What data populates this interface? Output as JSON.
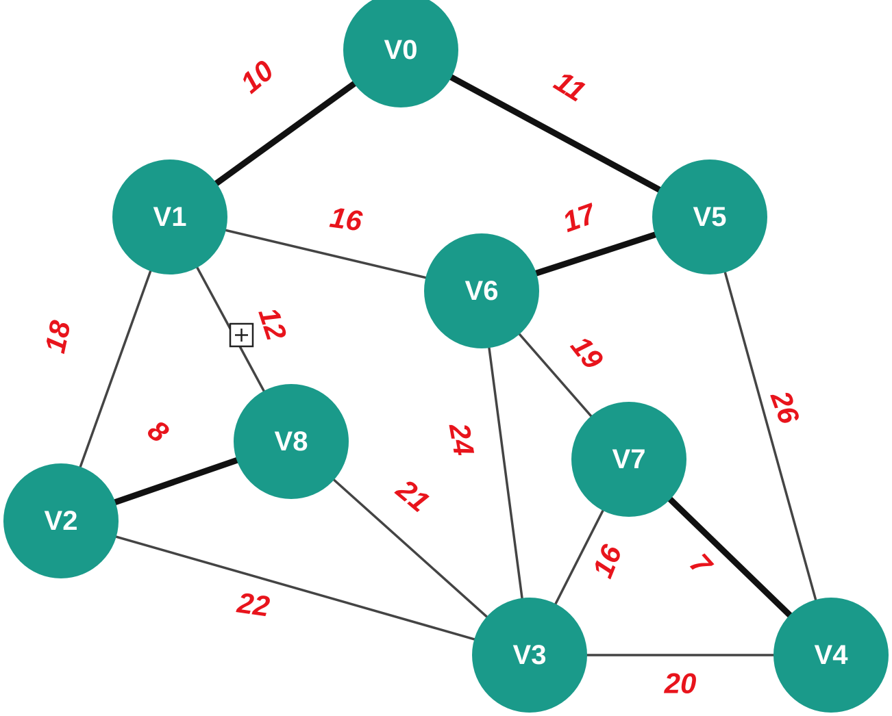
{
  "colors": {
    "node_fill": "#1a9a8a",
    "node_text": "#ffffff",
    "edge": "#444444",
    "edge_highlight": "#111111",
    "weight_text": "#e8141c"
  },
  "nodes": [
    {
      "id": "V0",
      "label": "V0"
    },
    {
      "id": "V1",
      "label": "V1"
    },
    {
      "id": "V2",
      "label": "V2"
    },
    {
      "id": "V3",
      "label": "V3"
    },
    {
      "id": "V4",
      "label": "V4"
    },
    {
      "id": "V5",
      "label": "V5"
    },
    {
      "id": "V6",
      "label": "V6"
    },
    {
      "id": "V7",
      "label": "V7"
    },
    {
      "id": "V8",
      "label": "V8"
    }
  ],
  "edges": [
    {
      "from": "V0",
      "to": "V1",
      "weight": "10",
      "highlight": true
    },
    {
      "from": "V0",
      "to": "V5",
      "weight": "11",
      "highlight": true
    },
    {
      "from": "V1",
      "to": "V6",
      "weight": "16",
      "highlight": false
    },
    {
      "from": "V5",
      "to": "V6",
      "weight": "17",
      "highlight": true
    },
    {
      "from": "V1",
      "to": "V8",
      "weight": "12",
      "highlight": false
    },
    {
      "from": "V1",
      "to": "V2",
      "weight": "18",
      "highlight": false
    },
    {
      "from": "V6",
      "to": "V7",
      "weight": "19",
      "highlight": false
    },
    {
      "from": "V5",
      "to": "V4",
      "weight": "26",
      "highlight": false
    },
    {
      "from": "V2",
      "to": "V8",
      "weight": "8",
      "highlight": true
    },
    {
      "from": "V6",
      "to": "V3",
      "weight": "24",
      "highlight": false
    },
    {
      "from": "V8",
      "to": "V3",
      "weight": "21",
      "highlight": false
    },
    {
      "from": "V7",
      "to": "V3",
      "weight": "16",
      "highlight": false
    },
    {
      "from": "V7",
      "to": "V4",
      "weight": "7",
      "highlight": true
    },
    {
      "from": "V2",
      "to": "V3",
      "weight": "22",
      "highlight": false
    },
    {
      "from": "V3",
      "to": "V4",
      "weight": "20",
      "highlight": false
    }
  ],
  "marker": {
    "icon": "expand-plus-box-icon"
  }
}
